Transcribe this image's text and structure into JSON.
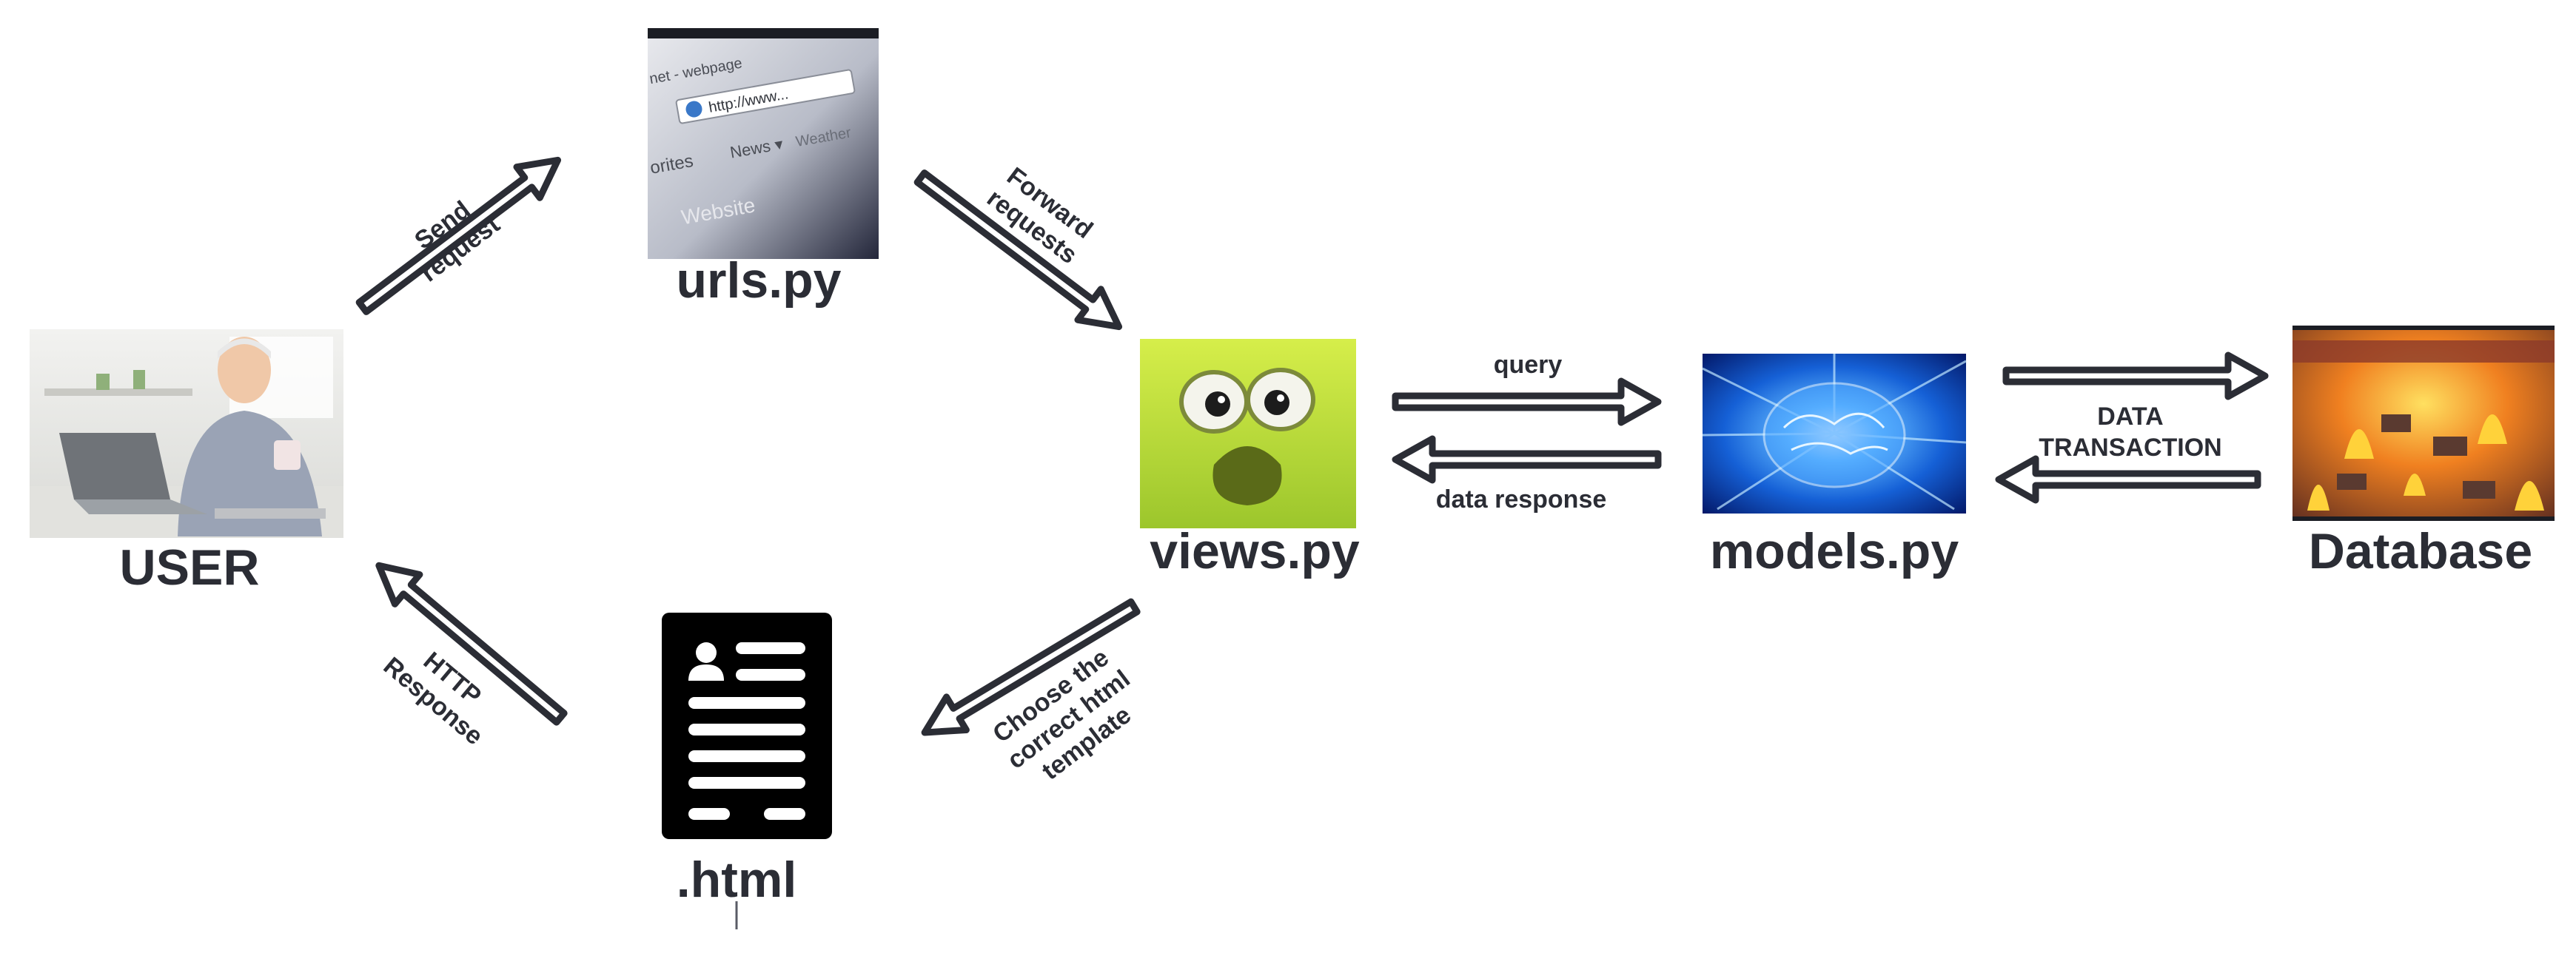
{
  "nodes": {
    "user": {
      "label": "USER",
      "image": "man-at-laptop-holding-mug-photo"
    },
    "urls": {
      "label": "urls.py",
      "image": "browser-address-bar-photo"
    },
    "views": {
      "label": "views.py",
      "image": "green-cartoon-face-with-glasses"
    },
    "models": {
      "label": "models.py",
      "image": "glowing-blue-brain-image"
    },
    "database": {
      "label": "Database",
      "image": "burning-office-chaos-scene"
    },
    "html": {
      "label": ".html",
      "image": "document-icon"
    }
  },
  "urls_image_text": {
    "tab": "net - webpage",
    "address": "http://www...",
    "toolbar_favorites": "orites",
    "toolbar_news": "News ▾",
    "toolbar_weather": "Weather",
    "bookmark": "Website"
  },
  "edges": {
    "send_request": {
      "line1": "Send",
      "line2": "request"
    },
    "forward_requests": {
      "line1": "Forward",
      "line2": "requests"
    },
    "query": {
      "label": "query"
    },
    "data_response": {
      "label": "data response"
    },
    "data_transaction": {
      "line1": "DATA",
      "line2": "TRANSACTION"
    },
    "choose_template": {
      "line1": "Choose the",
      "line2": "correct html",
      "line3": "template"
    },
    "http_response": {
      "line1": "HTTP",
      "line2": "Response"
    }
  },
  "colors": {
    "ink": "#2b2d35",
    "background": "#ffffff",
    "document_black": "#000000"
  }
}
